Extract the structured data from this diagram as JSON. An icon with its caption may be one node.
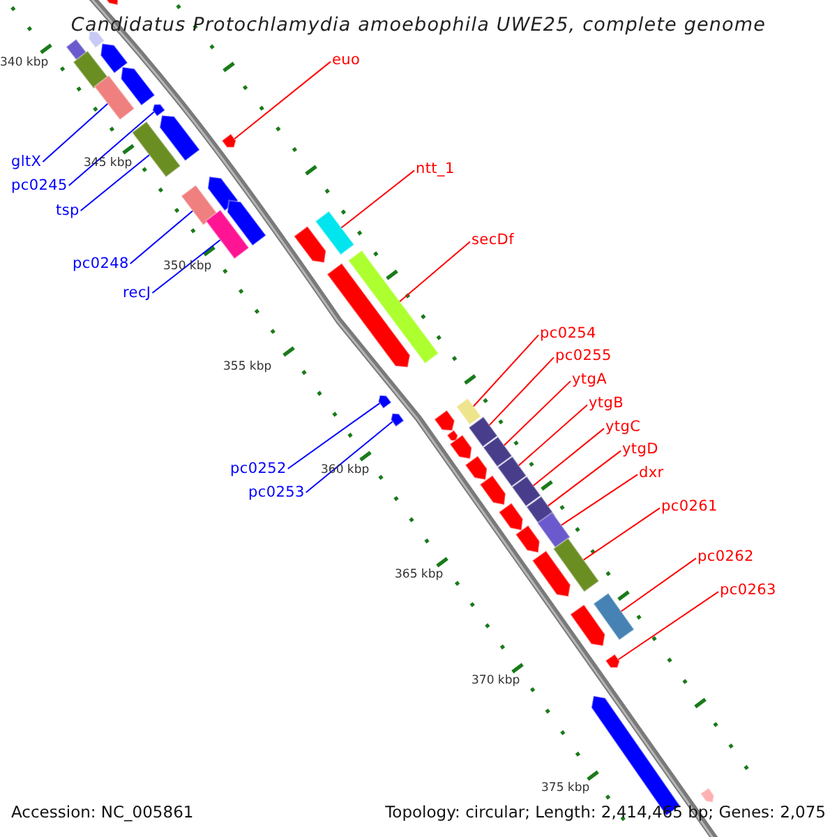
{
  "diagram": {
    "title": "Candidatus Protochlamydia amoebophila UWE25, complete genome",
    "nodes": [
      {
        "text": [
          "euo"
        ]
      },
      {
        "text": [
          "gltX"
        ]
      },
      {
        "text": [
          "ntt_1"
        ]
      },
      {
        "text": [
          "pc0245"
        ]
      },
      {
        "text": [
          "tsp"
        ]
      },
      {
        "text": [
          "secDf"
        ]
      },
      {
        "text": [
          "pc0248"
        ]
      },
      {
        "text": [
          "recJ"
        ]
      },
      {
        "text": [
          "pc0254"
        ]
      },
      {
        "text": [
          "pc0255"
        ]
      },
      {
        "text": [
          "ytgA"
        ]
      },
      {
        "text": [
          "ytgB"
        ]
      },
      {
        "text": [
          "ytgC"
        ]
      },
      {
        "text": [
          "ytgD"
        ]
      },
      {
        "text": [
          "pc0252"
        ]
      },
      {
        "text": [
          "dxr"
        ]
      },
      {
        "text": [
          "pc0253"
        ]
      },
      {
        "text": [
          "pc0261"
        ]
      },
      {
        "text": [
          "pc0262"
        ]
      },
      {
        "text": [
          "pc0263"
        ]
      },
      {
        "text": [],
        "shape": "arrow"
      },
      {
        "text": [],
        "shape": "arrow"
      },
      {
        "text": [],
        "shape": "box"
      },
      {
        "text": [],
        "shape": "arrow"
      },
      {
        "text": [],
        "shape": "box"
      },
      {
        "text": [],
        "shape": "arrow"
      },
      {
        "text": [],
        "shape": "box"
      },
      {
        "text": [],
        "shape": "arrow"
      },
      {
        "text": [],
        "shape": "arrow"
      },
      {
        "text": [],
        "shape": "arrow"
      },
      {
        "text": [],
        "shape": "box"
      },
      {
        "text": [],
        "shape": "arrow"
      },
      {
        "text": [],
        "shape": "box"
      },
      {
        "text": [],
        "shape": "arrow"
      },
      {
        "text": [],
        "shape": "box"
      },
      {
        "text": [],
        "shape": "box"
      },
      {
        "text": [],
        "shape": "arrow"
      },
      {
        "text": [],
        "shape": "box"
      },
      {
        "text": [],
        "shape": "arrow"
      },
      {
        "text": [],
        "shape": "arrow"
      },
      {
        "text": [],
        "shape": "box"
      },
      {
        "text": [],
        "shape": "arrow"
      },
      {
        "text": [],
        "shape": "arrow"
      },
      {
        "text": [],
        "shape": "box"
      },
      {
        "text": [],
        "shape": "arrow"
      },
      {
        "text": [],
        "shape": "arrow"
      },
      {
        "text": [],
        "shape": "box"
      },
      {
        "text": [],
        "shape": "arrow"
      },
      {
        "text": [],
        "shape": "box"
      },
      {
        "text": [],
        "shape": "box"
      },
      {
        "text": [],
        "shape": "arrow"
      },
      {
        "text": [],
        "shape": "box"
      },
      {
        "text": [],
        "shape": "arrow"
      },
      {
        "text": [],
        "shape": "box"
      },
      {
        "text": [],
        "shape": "arrow"
      },
      {
        "text": [],
        "shape": "box"
      },
      {
        "text": [],
        "shape": "arrow"
      },
      {
        "text": [],
        "shape": "box"
      },
      {
        "text": [],
        "shape": "arrow"
      },
      {
        "text": [],
        "shape": "arrow"
      },
      {
        "text": [],
        "shape": "arrow"
      },
      {
        "text": [],
        "shape": "arrow"
      }
    ],
    "edges": [
      {
        "from": 0,
        "to": 29,
        "arrow": "none"
      },
      {
        "from": 1,
        "to": 26,
        "arrow": "none",
        "color": "#0000ff"
      },
      {
        "from": 2,
        "to": 34,
        "arrow": "none"
      },
      {
        "from": 3,
        "to": 27,
        "arrow": "none",
        "color": "#0000ff"
      },
      {
        "from": 4,
        "to": 30,
        "arrow": "none",
        "color": "#0000ff"
      },
      {
        "from": 5,
        "to": 37,
        "arrow": "none"
      },
      {
        "from": 6,
        "to": 32,
        "arrow": "none",
        "color": "#0000ff"
      },
      {
        "from": 7,
        "to": 35,
        "arrow": "none",
        "color": "#0000ff"
      },
      {
        "from": 8,
        "to": 40,
        "arrow": "none"
      },
      {
        "from": 9,
        "to": 43,
        "arrow": "none"
      },
      {
        "from": 10,
        "to": 46,
        "arrow": "none"
      },
      {
        "from": 11,
        "to": 48,
        "arrow": "none"
      },
      {
        "from": 12,
        "to": 49,
        "arrow": "none"
      },
      {
        "from": 13,
        "to": 51,
        "arrow": "none"
      },
      {
        "from": 14,
        "to": 39,
        "arrow": "none",
        "color": "#0000ff"
      },
      {
        "from": 15,
        "to": 53,
        "arrow": "none"
      },
      {
        "from": 16,
        "to": 41,
        "arrow": "none",
        "color": "#0000ff"
      },
      {
        "from": 17,
        "to": 55,
        "arrow": "none"
      },
      {
        "from": 18,
        "to": 57,
        "arrow": "none"
      },
      {
        "from": 19,
        "to": 59,
        "arrow": "none"
      }
    ],
    "labels": [
      "340 kbp",
      "345 kbp",
      "350 kbp",
      "355 kbp",
      "360 kbp",
      "365 kbp",
      "370 kbp",
      "375 kbp",
      "Accession: NC_005861",
      "Topology: circular; Length: 2,414,465 bp; Genes: 2,075"
    ]
  }
}
